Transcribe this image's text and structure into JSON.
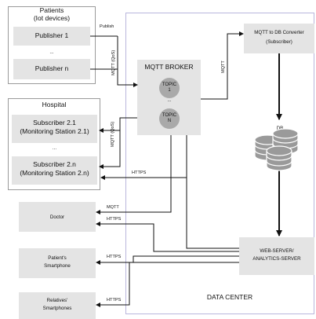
{
  "patients": {
    "title_line1": "Patients",
    "title_line2": "(Iot devices)",
    "publisher1": "Publisher 1",
    "dots": "...",
    "publisher_n": "Publisher n"
  },
  "hospital": {
    "title": "Hospital",
    "sub1_line1": "Subscriber 2.1",
    "sub1_line2": "(Monitoring Station 2.1)",
    "dots": "...",
    "subn_line1": "Subscriber 2.n",
    "subn_line2": "(Monitoring Station 2.n)"
  },
  "broker": {
    "title": "MQTT BROKER",
    "topic1_line1": "TOPIC",
    "topic1_line2": "1",
    "dots": "...",
    "topicn_line1": "TOPIC",
    "topicn_line2": "N"
  },
  "converter": {
    "line1": "MQTT to DB Converter",
    "line2": "(Subscriber)"
  },
  "db": {
    "label": "DB"
  },
  "webserver": {
    "line1": "WEB-SERVER/",
    "line2": "ANALYTICS-SERVER"
  },
  "datacenter": {
    "label": "DATA CENTER"
  },
  "clients": {
    "doctor": "Doctor",
    "patient_line1": "Patient's",
    "patient_line2": "Smartphone",
    "relatives_line1": "Relatives'",
    "relatives_line2": "Smartphones"
  },
  "edges": {
    "publish": "Publish",
    "mqtt_qos_pub": "MQTT (QoS)",
    "mqtt_qos_sub": "MQTT (QoS)",
    "mqtt_converter": "MQTT",
    "https_hospital": "HTTPS",
    "mqtt_doctor": "MQTT",
    "https_doctor": "HTTPS",
    "https_patient": "HTTPS",
    "https_relatives": "HTTPS"
  }
}
